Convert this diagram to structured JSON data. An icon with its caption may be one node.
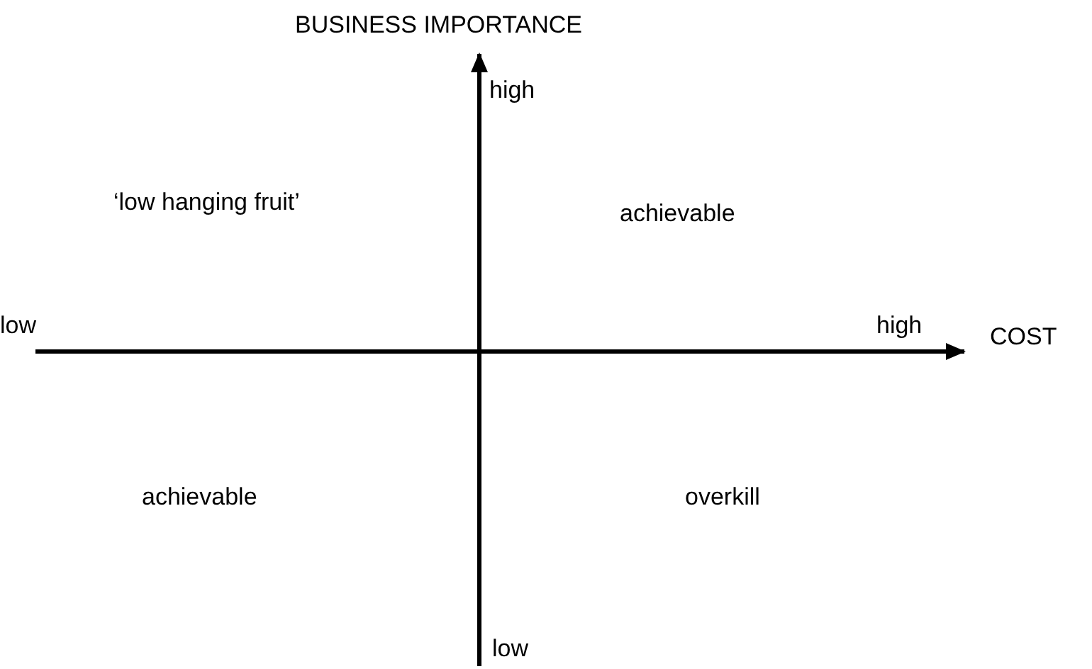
{
  "diagram": {
    "labels": [
      "BUSINESS IMPORTANCE",
      "high",
      "‘low hanging fruit’",
      "achievable",
      "low",
      "high",
      "COST",
      "achievable",
      "overkill",
      "low"
    ]
  }
}
